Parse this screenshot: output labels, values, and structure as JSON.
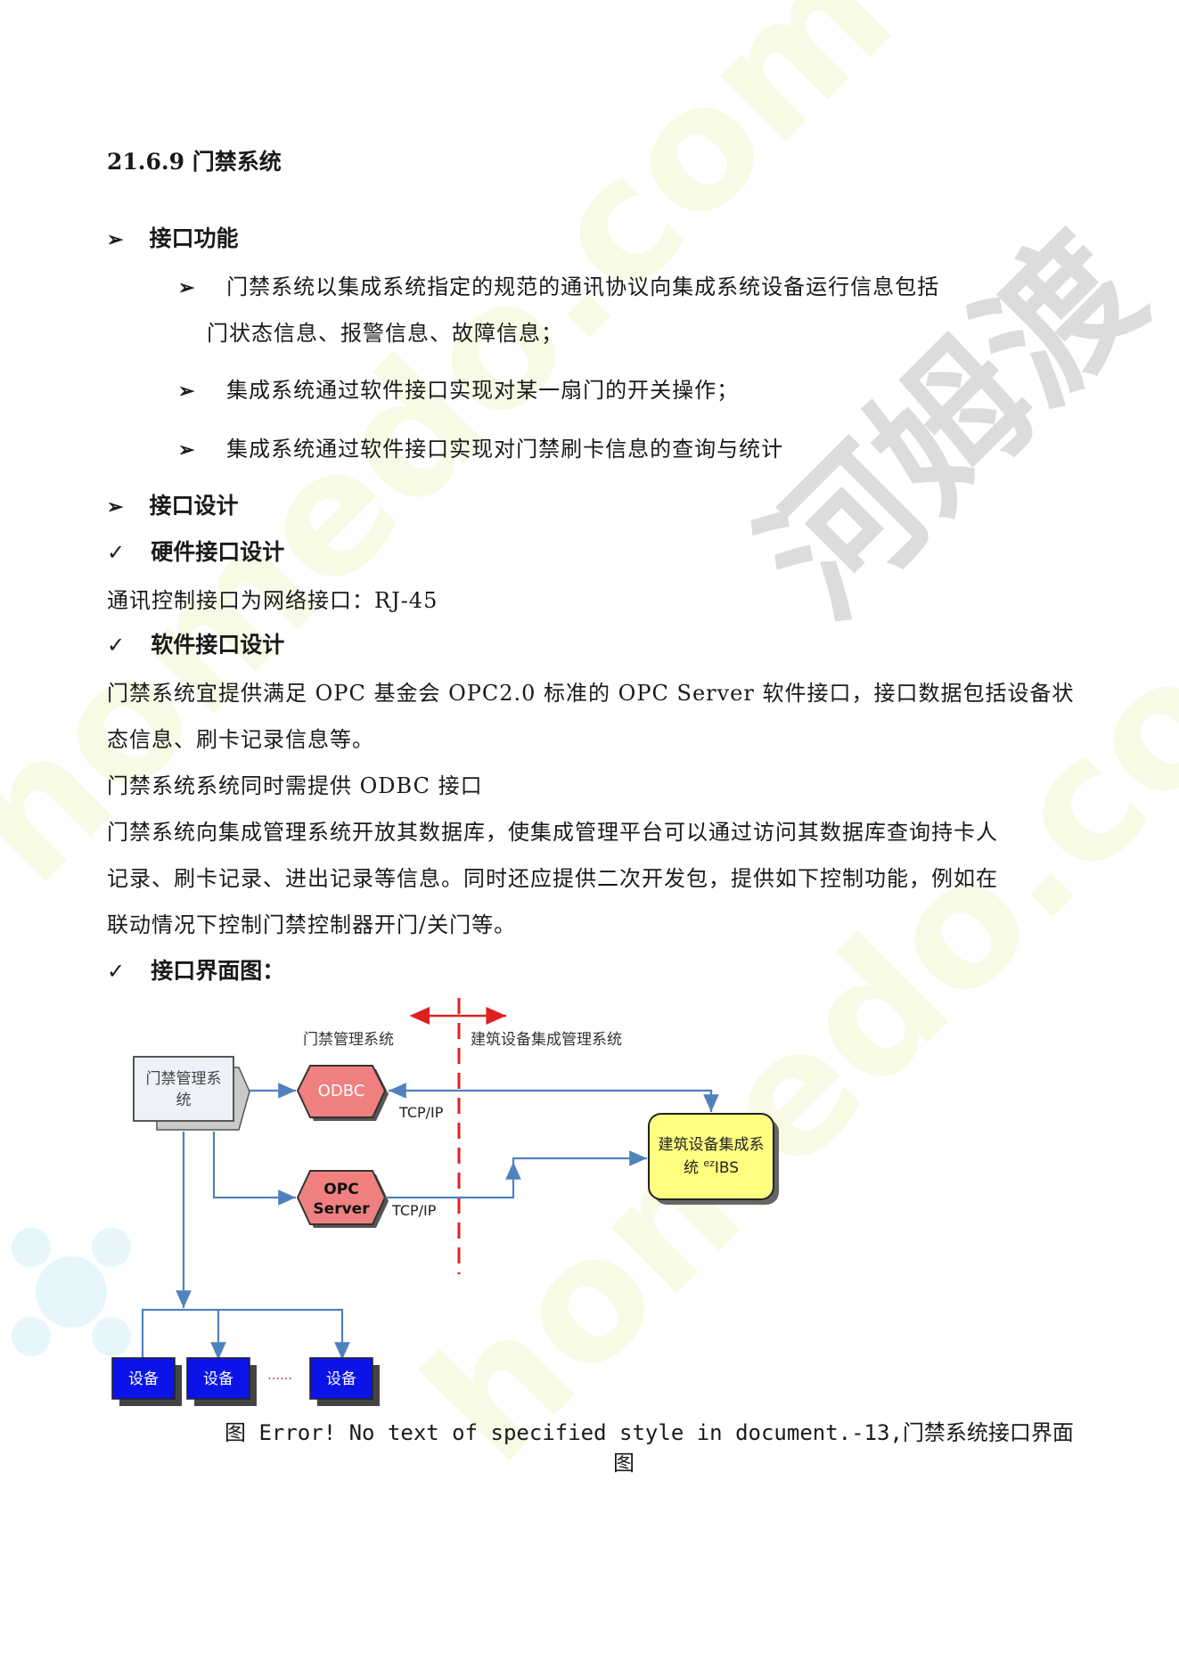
{
  "section": {
    "number": "21.6.9",
    "title": "门禁系统"
  },
  "interface_function": {
    "heading": "接口功能",
    "items": [
      {
        "line1": "门禁系统以集成系统指定的规范的通讯协议向集成系统设备运行信息包括",
        "line2": "门状态信息、报警信息、故障信息；"
      },
      {
        "line1": "集成系统通过软件接口实现对某一扇门的开关操作；"
      },
      {
        "line1": "集成系统通过软件接口实现对门禁刷卡信息的查询与统计"
      }
    ]
  },
  "interface_design": {
    "heading": "接口设计"
  },
  "hardware": {
    "heading": "硬件接口设计",
    "text": "通讯控制接口为网络接口：RJ-45"
  },
  "software": {
    "heading": "软件接口设计",
    "p1_line1": "门禁系统宜提供满足 OPC 基金会 OPC2.0 标准的 OPC Server 软件接口，接口数据包括设备状",
    "p1_line2": "态信息、刷卡记录信息等。",
    "p2": "门禁系统系统同时需提供 ODBC 接口",
    "p3_line1": "门禁系统向集成管理系统开放其数据库，使集成管理平台可以通过访问其数据库查询持卡人",
    "p3_line2": "记录、刷卡记录、进出记录等信息。同时还应提供二次开发包，提供如下控制功能，例如在",
    "p3_line3": "联动情况下控制门禁控制器开门/关门等。"
  },
  "interface_diagram": {
    "heading": "接口界面图："
  },
  "diagram": {
    "left_zone_label": "门禁管理系统",
    "right_zone_label": "建筑设备集成管理系统",
    "mgmt_box_line1": "门禁管理系",
    "mgmt_box_line2": "统",
    "odbc": "ODBC",
    "opc_line1": "OPC",
    "opc_line2": "Server",
    "tcp1": "TCP/IP",
    "tcp2": "TCP/IP",
    "ibs_line1": "建筑设备集成系",
    "ibs_line2_prefix": "统 ",
    "ibs_sup": "ez",
    "ibs_suffix": "IBS",
    "device1": "设备",
    "device2": "设备",
    "device3": "设备",
    "dots": "……",
    "colors": {
      "device": "#0a14e8",
      "hex": "#f08080",
      "ibs": "#ffff80",
      "line": "#4f81bd",
      "divider": "#e02020"
    }
  },
  "caption": {
    "line1": "图 Error! No text of specified style in document.-13,门禁系统接口界面",
    "line2": "图"
  },
  "watermarks": {
    "site1": "homedo.com",
    "site2": "homedo.com",
    "brand": "河姆渡"
  }
}
